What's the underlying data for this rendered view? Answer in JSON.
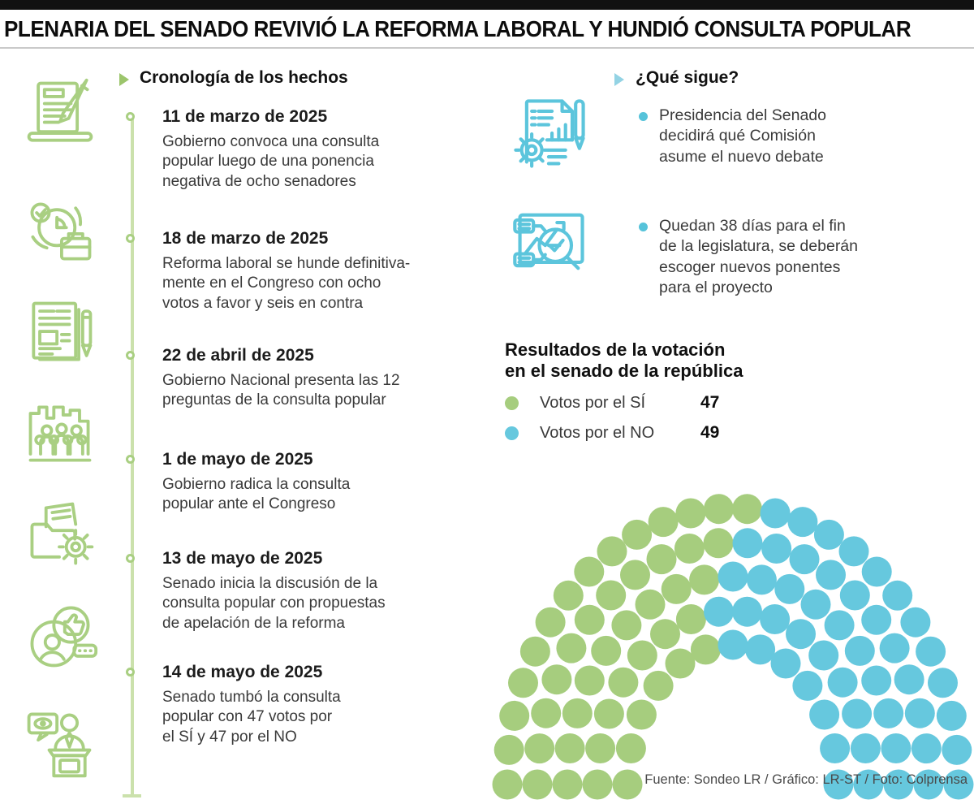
{
  "title": "PLENARIA DEL SENADO REVIVIÓ LA REFORMA LABORAL Y HUNDIÓ CONSULTA POPULAR",
  "colors": {
    "si_green": "#a6cd7e",
    "no_blue": "#66c8de",
    "icon_green": "#a9cf82",
    "icon_blue": "#5cc5dc",
    "timeline_line": "#cbe1ac"
  },
  "timeline": {
    "header": "Cronología de los hechos",
    "items": [
      {
        "date": "11 de marzo de 2025",
        "desc": "Gobierno convoca una consulta\npopular luego de una ponencia\nnegativa de ocho senadores"
      },
      {
        "date": "18 de marzo de 2025",
        "desc": "Reforma laboral se hunde definitiva-\nmente en el Congreso con ocho\nvotos a favor y seis en contra"
      },
      {
        "date": "22 de abril de 2025",
        "desc": "Gobierno Nacional presenta las 12\npreguntas de la consulta popular"
      },
      {
        "date": "1 de mayo de 2025",
        "desc": "Gobierno radica la consulta\npopular ante el Congreso"
      },
      {
        "date": "13 de mayo de 2025",
        "desc": "Senado inicia la discusión de la\nconsulta popular con propuestas\nde apelación de la reforma"
      },
      {
        "date": "14 de mayo de 2025",
        "desc": "Senado tumbó la consulta\npopular con 47 votos por\nel SÍ y 47 por el NO"
      }
    ]
  },
  "left_icons": [
    {
      "icon": "laptop-edit-icon"
    },
    {
      "icon": "work-time-icon"
    },
    {
      "icon": "newspaper-pen-icon"
    },
    {
      "icon": "crowd-city-icon"
    },
    {
      "icon": "folder-gear-icon"
    },
    {
      "icon": "thumbs-up-person-icon"
    },
    {
      "icon": "podium-speaker-icon"
    }
  ],
  "next": {
    "header": "¿Qué sigue?",
    "items": [
      {
        "icon": "report-analytics-icon",
        "text": "Presidencia del Senado\ndecidirá qué Comisión\nasume el nuevo debate"
      },
      {
        "icon": "chart-magnifier-icon",
        "text": "Quedan 38 días para el fin\nde la legislatura, se deberán\nescoger nuevos ponentes\npara el proyecto"
      }
    ]
  },
  "results": {
    "title": "Resultados de la votación\nen el senado de la república",
    "legend": [
      {
        "label": "Votos por el SÍ",
        "value": "47",
        "color": "#a6cd7e"
      },
      {
        "label": "Votos por el NO",
        "value": "49",
        "color": "#66c8de"
      }
    ]
  },
  "chart_data": {
    "type": "parliament",
    "title": "Resultados de la votación en el senado de la república",
    "seats_total": 96,
    "series": [
      {
        "name": "Votos por el SÍ",
        "value": 47,
        "color": "#a6cd7e"
      },
      {
        "name": "Votos por el NO",
        "value": 49,
        "color": "#66c8de"
      }
    ],
    "rows": 5,
    "row_counts": [
      13,
      16,
      19,
      22,
      26
    ],
    "legend_position": "top-left",
    "shape": "hemicycle"
  },
  "footer": "Fuente: Sondeo LR / Gráfico: LR-ST / Foto: Colprensa"
}
